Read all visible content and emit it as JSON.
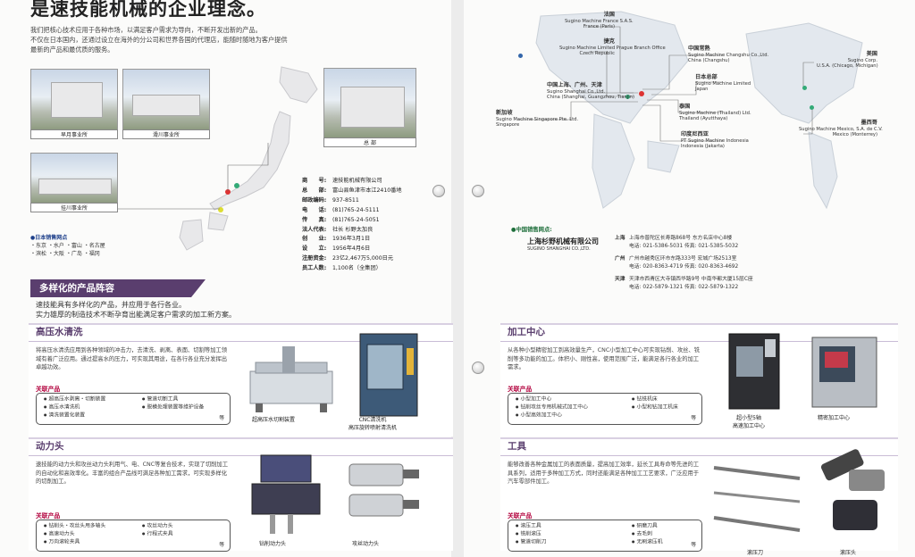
{
  "left": {
    "headline": "是速技能机械的企业理念。",
    "intro": [
      "我们把核心技术应用于各种市场，以满足客户需求为导向，不断开发出新的产品。",
      "不仅在日本国内，还通过设立在海外的分公司和世界各国的代理店，能随时随地为客户提供",
      "最新的产品和最优质的服务。"
    ],
    "facilities": {
      "hayatsuki": "早月事业所",
      "namerikawa": "滑川事业所",
      "hq": "总  部",
      "kakegawa": "挂川事业所"
    },
    "company_info": [
      {
        "k": "商　　号:",
        "v": "速技能机械有限公司"
      },
      {
        "k": "总　　部:",
        "v": "富山县鱼津市本江2410番地"
      },
      {
        "k": "邮政编码:",
        "v": "937-8511"
      },
      {
        "k": "电　　话:",
        "v": "(81)765-24-5111"
      },
      {
        "k": "传　　真:",
        "v": "(81)765-24-5051"
      },
      {
        "k": "法人代表:",
        "v": "社长 杉野太加良"
      },
      {
        "k": "创　　业:",
        "v": "1936年3月1日"
      },
      {
        "k": "设　　立:",
        "v": "1956年4月6日"
      },
      {
        "k": "注册资金:",
        "v": "23亿2,467万5,000日元"
      },
      {
        "k": "员工人数:",
        "v": "1,100名（全集团）"
      }
    ],
    "jp_sales": {
      "title": "●日本销售网点",
      "row1": "・东京 ・水户 ・富山 ・名古屋",
      "row2": "・滨松 ・大阪 ・广岛 ・福冈"
    },
    "section_title": "多样化的产品阵容",
    "section_lead": [
      "速技能具有多样化的产品，并应用于各行各业。",
      "实力雄厚的制造技术不断孕育出能满足客户需求的加工新方案。"
    ],
    "cards": [
      {
        "title": "高压水清洗",
        "desc": "将高压水清洗应用到各种领域的冲击力，去清洗、剥离、表面、切割等加工领域有着广泛应用。通过提高水的压力，可实现其用途，在各行各业充分发挥出卓越功效。",
        "related": "关联产品",
        "items": [
          "超高压水剥离・切割装置",
          "高压水清洗机",
          "清洗装置化装置",
          "管道切割工具",
          "脱模处理装置等维护设备"
        ],
        "etc": "等",
        "captions": [
          "超高压水切割装置",
          "CNC清洗机\n高压旋转喷射清洗机"
        ]
      },
      {
        "title": "动力头",
        "desc": "速技能的动力头和攻丝动力头利用气、电、CNC等复合技术，实现了切削加工的自动化和高效率化。丰富的组合产品线可满足各种加工需求，可实现多样化的切削加工。",
        "related": "关联产品",
        "items": [
          "钻削头・攻丝头用多轴头",
          "高速动力头",
          "万向滚轮夹具",
          "攻丝动力头",
          "行程式夹具"
        ],
        "etc": "等",
        "captions": [
          "钻削动力头",
          "攻丝动力头"
        ]
      }
    ]
  },
  "right": {
    "world_offices": [
      {
        "name": "法国",
        "en": "Sugino Machine France S.A.S.",
        "city": "France (Paris)"
      },
      {
        "name": "捷克",
        "en": "Sugino Machine Limited Prague Branch Office",
        "city": "Czech Republic"
      },
      {
        "name": "中国常熟",
        "en": "Sugino Machine Changshu Co.,Ltd.",
        "city": "China (Changshu)"
      },
      {
        "name": "中国上海、广州、天津",
        "en": "Sugino Shanghai Co.,Ltd.",
        "city": "China (Shanghai, Guangzhou, Tianjin)"
      },
      {
        "name": "日本总部",
        "en": "Sugino Machine Limited",
        "city": "Japan"
      },
      {
        "name": "泰国",
        "en": "Sugino Machine (Thailand) Ltd.",
        "city": "Thailand (Ayutthaya)"
      },
      {
        "name": "新加坡",
        "en": "Sugino Machine Singapore Pte. Ltd.",
        "city": "Singapore"
      },
      {
        "name": "印度尼西亚",
        "en": "PT Sugino Machine Indonesia",
        "city": "Indonesia (Jakarta)"
      },
      {
        "name": "美国",
        "en": "Sugino Corp.",
        "city": "U.S.A. (Chicago, Michigan)"
      },
      {
        "name": "墨西哥",
        "en": "Sugino Machine Mexico, S.A. de C.V.",
        "city": "Mexico (Monterrey)"
      }
    ],
    "cn_sales": "●中国销售网点:",
    "sugino_cn": {
      "name": "上海杉野机械有限公司",
      "en": "SUGINO SHANGHAI CO.,LTD."
    },
    "china_addr": [
      {
        "city": "上海",
        "line1": "上海市普陀区长寿路868号 东方名店中心8楼",
        "line2": "电话: 021-5386-5031  传真: 021-5385-5032"
      },
      {
        "city": "广州",
        "line1": "广州市越秀区环市东路333号 宏城广场2513室",
        "line2": "电话: 020-8363-4719  传真: 020-8363-4692"
      },
      {
        "city": "天津",
        "line1": "天津市西青区大寺镇西华路9号 中南华都大厦15层C座",
        "line2": "电话: 022-5879-1321  传真: 022-5879-1322"
      }
    ],
    "cards": [
      {
        "title": "加工中心",
        "desc": "从各种小型精密加工到高效量生产，CNC小型加工中心可实现钻削、攻丝、铣削等多功能的加工。体积小、刚性高，使用范围广泛，能满足各行各业的加工需求。",
        "related": "关联产品",
        "items": [
          "小型加工中心",
          "钻削攻丝专用机械式加工中心",
          "小型高效加工中心",
          "钻铣机床",
          "小型和钻加工机床"
        ],
        "etc": "等",
        "captions": [
          "超小型5轴\n高速加工中心",
          "精密加工中心"
        ]
      },
      {
        "title": "工具",
        "desc": "能够改善各种金属加工的表面质量，提高加工效率，延长工具寿命等先进的工具系列，适用于多种加工方式，同时还能满足各种加工工艺要求，广泛应用于汽车零部件加工。",
        "related": "关联产品",
        "items": [
          "滚压工具",
          "铣削滚压",
          "管道切削刀",
          "研磨刀具",
          "去毛刺",
          "无刷滚压机"
        ],
        "etc": "等",
        "captions": [
          "滚压刀",
          "滚压头"
        ]
      }
    ]
  },
  "colors": {
    "accent": "#5a3e6e",
    "related": "#b2003c",
    "green": "#1d6e3a"
  }
}
